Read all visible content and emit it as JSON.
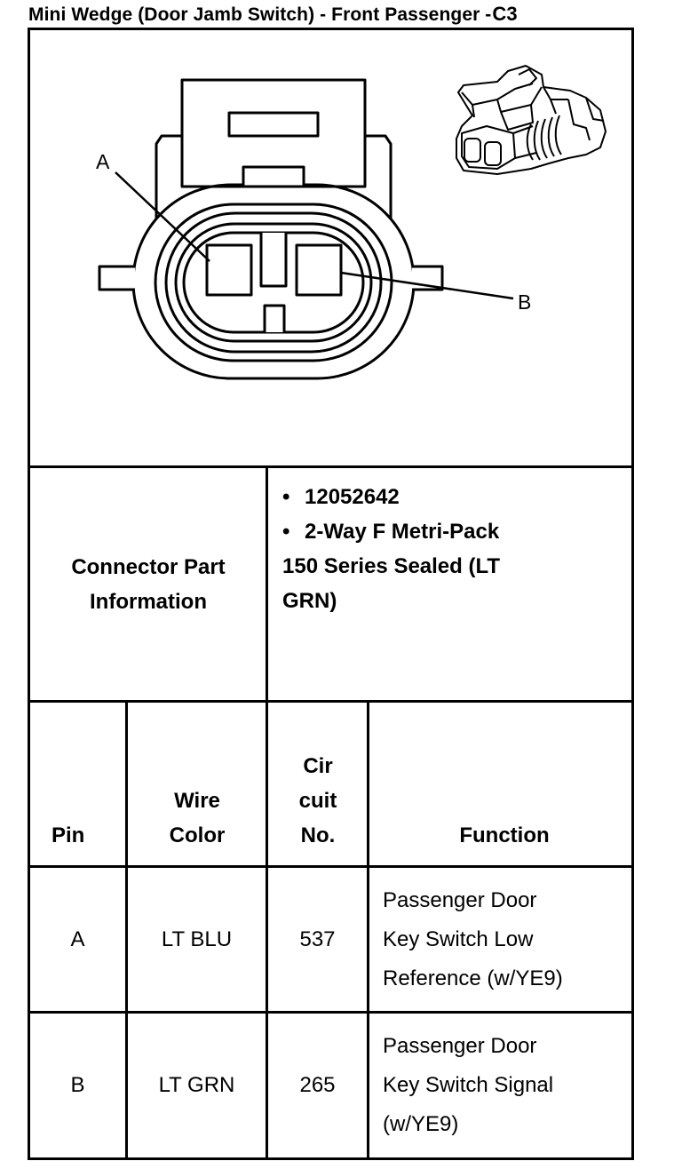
{
  "title": {
    "text": "Mini Wedge (Door Jamb Switch) - Front Passenger -",
    "ref": "C3"
  },
  "diagram": {
    "pin_labels": [
      "A",
      "B"
    ]
  },
  "connector_info": {
    "label_line1": "Connector Part",
    "label_line2": "Information",
    "bullet_symbol": "•",
    "part_number": "12052642",
    "description_line1": "2-Way F Metri-Pack",
    "description_line2": "150 Series Sealed (LT",
    "description_line3": "GRN)"
  },
  "table": {
    "headers": {
      "pin": "Pin",
      "wire_line1": "Wire",
      "wire_line2": "Color",
      "cir_line1": "Cir",
      "cir_line2": "cuit",
      "cir_line3": "No.",
      "function": "Function"
    },
    "rows": [
      {
        "pin": "A",
        "wire_color": "LT BLU",
        "circuit": "537",
        "function_lines": [
          "Passenger Door",
          "Key Switch Low",
          "Reference (w/YE9)"
        ]
      },
      {
        "pin": "B",
        "wire_color": "LT GRN",
        "circuit": "265",
        "function_lines": [
          "Passenger Door",
          "Key Switch Signal",
          "(w/YE9)"
        ]
      }
    ]
  }
}
